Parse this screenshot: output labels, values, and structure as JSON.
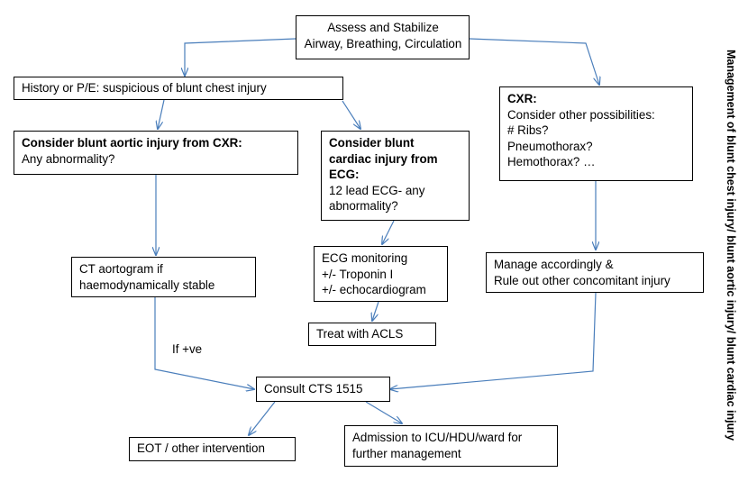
{
  "nodes": {
    "assess": [
      "Assess and Stabilize",
      "Airway, Breathing, Circulation"
    ],
    "history": "History or P/E:  suspicious of blunt chest injury",
    "aortic": [
      "Consider blunt aortic injury from CXR:",
      "Any abnormality?"
    ],
    "cardiac": [
      "Consider blunt",
      "cardiac injury from",
      "ECG:",
      "12 lead ECG- any",
      "abnormality?"
    ],
    "cxr": [
      "CXR:",
      "Consider other possibilities:",
      "# Ribs?",
      "Pneumothorax?",
      "Hemothorax? …"
    ],
    "ct": [
      "CT aortogram if",
      "haemodynamically stable"
    ],
    "ecg": [
      "ECG monitoring",
      "+/- Troponin I",
      "+/- echocardiogram"
    ],
    "manage": [
      "Manage accordingly &",
      "Rule out other concomitant injury"
    ],
    "acls": "Treat with ACLS",
    "consult": "Consult CTS 1515",
    "eot": "EOT / other intervention",
    "admit": [
      "Admission to ICU/HDU/ward for",
      "further management"
    ]
  },
  "edge_label_positive": "If +ve",
  "side_title": "Management of blunt chest injury/ blunt aortic injury/ blunt cardiac injury",
  "colors": {
    "arrow": "#4a7ebb",
    "border": "#000000"
  }
}
